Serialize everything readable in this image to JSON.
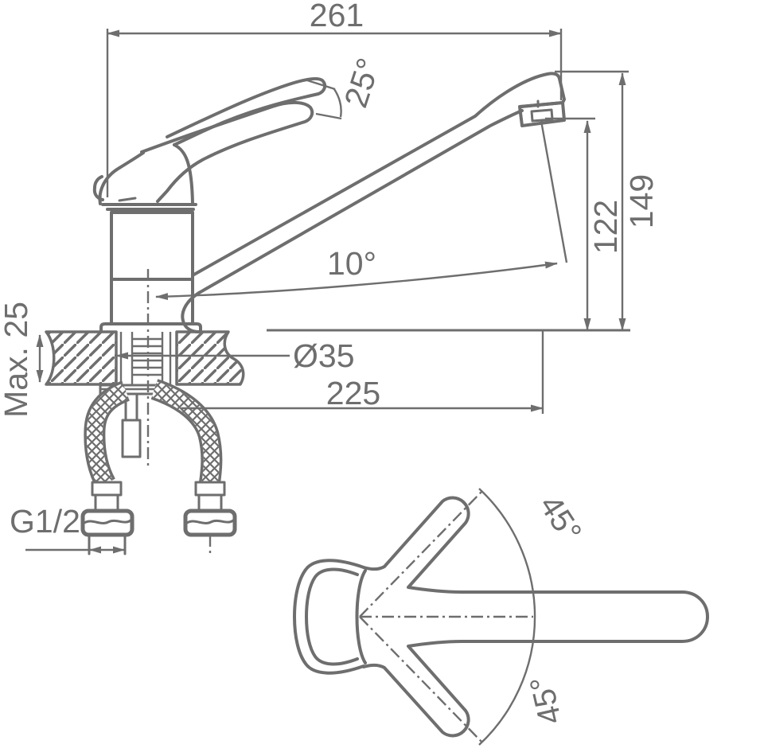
{
  "colors": {
    "line": "#6e6e6e",
    "background": "#ffffff"
  },
  "side_view": {
    "overall_length_mm": "261",
    "handle_lift_angle": "25°",
    "spout_top_height_mm": "149",
    "outlet_height_mm": "122",
    "spout_tilt_angle": "10°",
    "mounting_hole_diameter": "Ø35",
    "outlet_reach_mm": "225",
    "max_deck_thickness": "Max. 25",
    "supply_hose_thread": "G1/2"
  },
  "top_view": {
    "swivel_angle_up": "45°",
    "swivel_angle_down": "45°"
  }
}
